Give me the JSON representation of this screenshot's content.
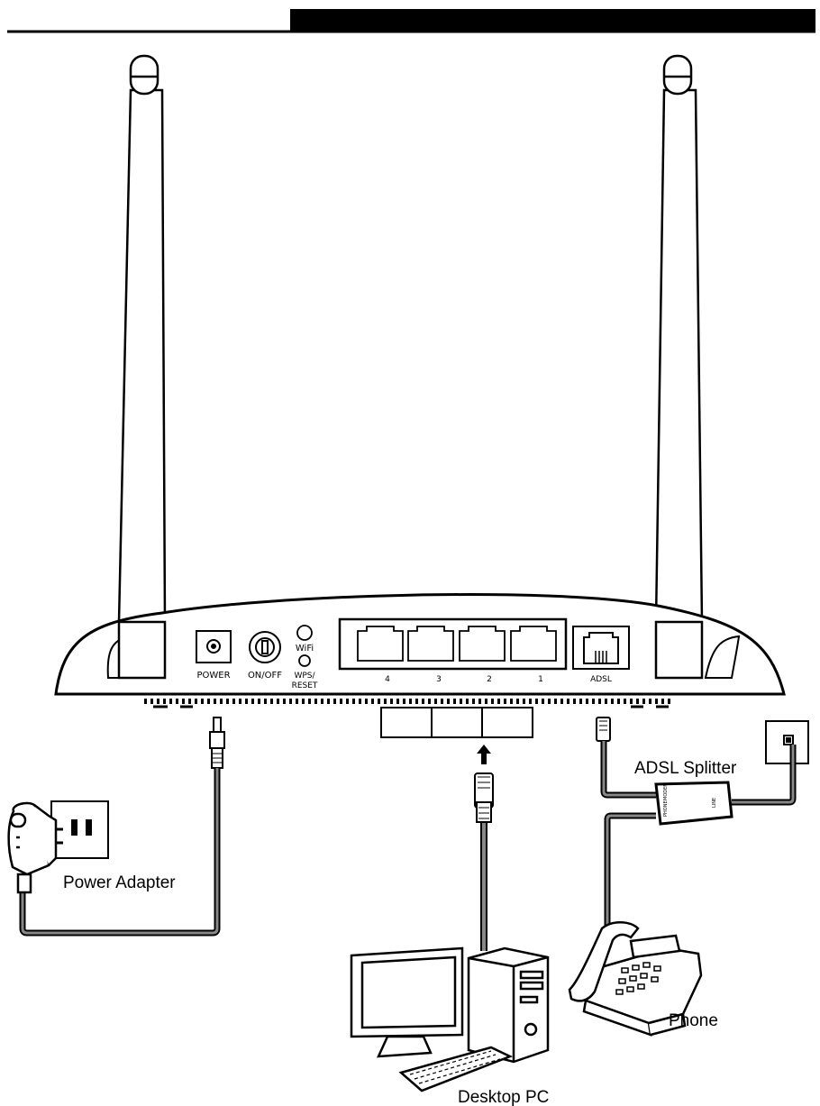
{
  "header": {
    "left_text": "",
    "right_text": ""
  },
  "router": {
    "port_labels": {
      "power": "POWER",
      "onoff": "ON/OFF",
      "wifi": "WiFi",
      "wps_line1": "WPS/",
      "wps_line2": "RESET",
      "lan4": "4",
      "lan3": "3",
      "lan2": "2",
      "lan1": "1",
      "adsl": "ADSL"
    }
  },
  "labels": {
    "power_adapter": "Power Adapter",
    "adsl_splitter": "ADSL Splitter",
    "desktop_pc": "Desktop PC",
    "phone": "Phone",
    "splitter_phone": "PHONE",
    "splitter_modem": "MODEM",
    "splitter_line": "LINE"
  }
}
